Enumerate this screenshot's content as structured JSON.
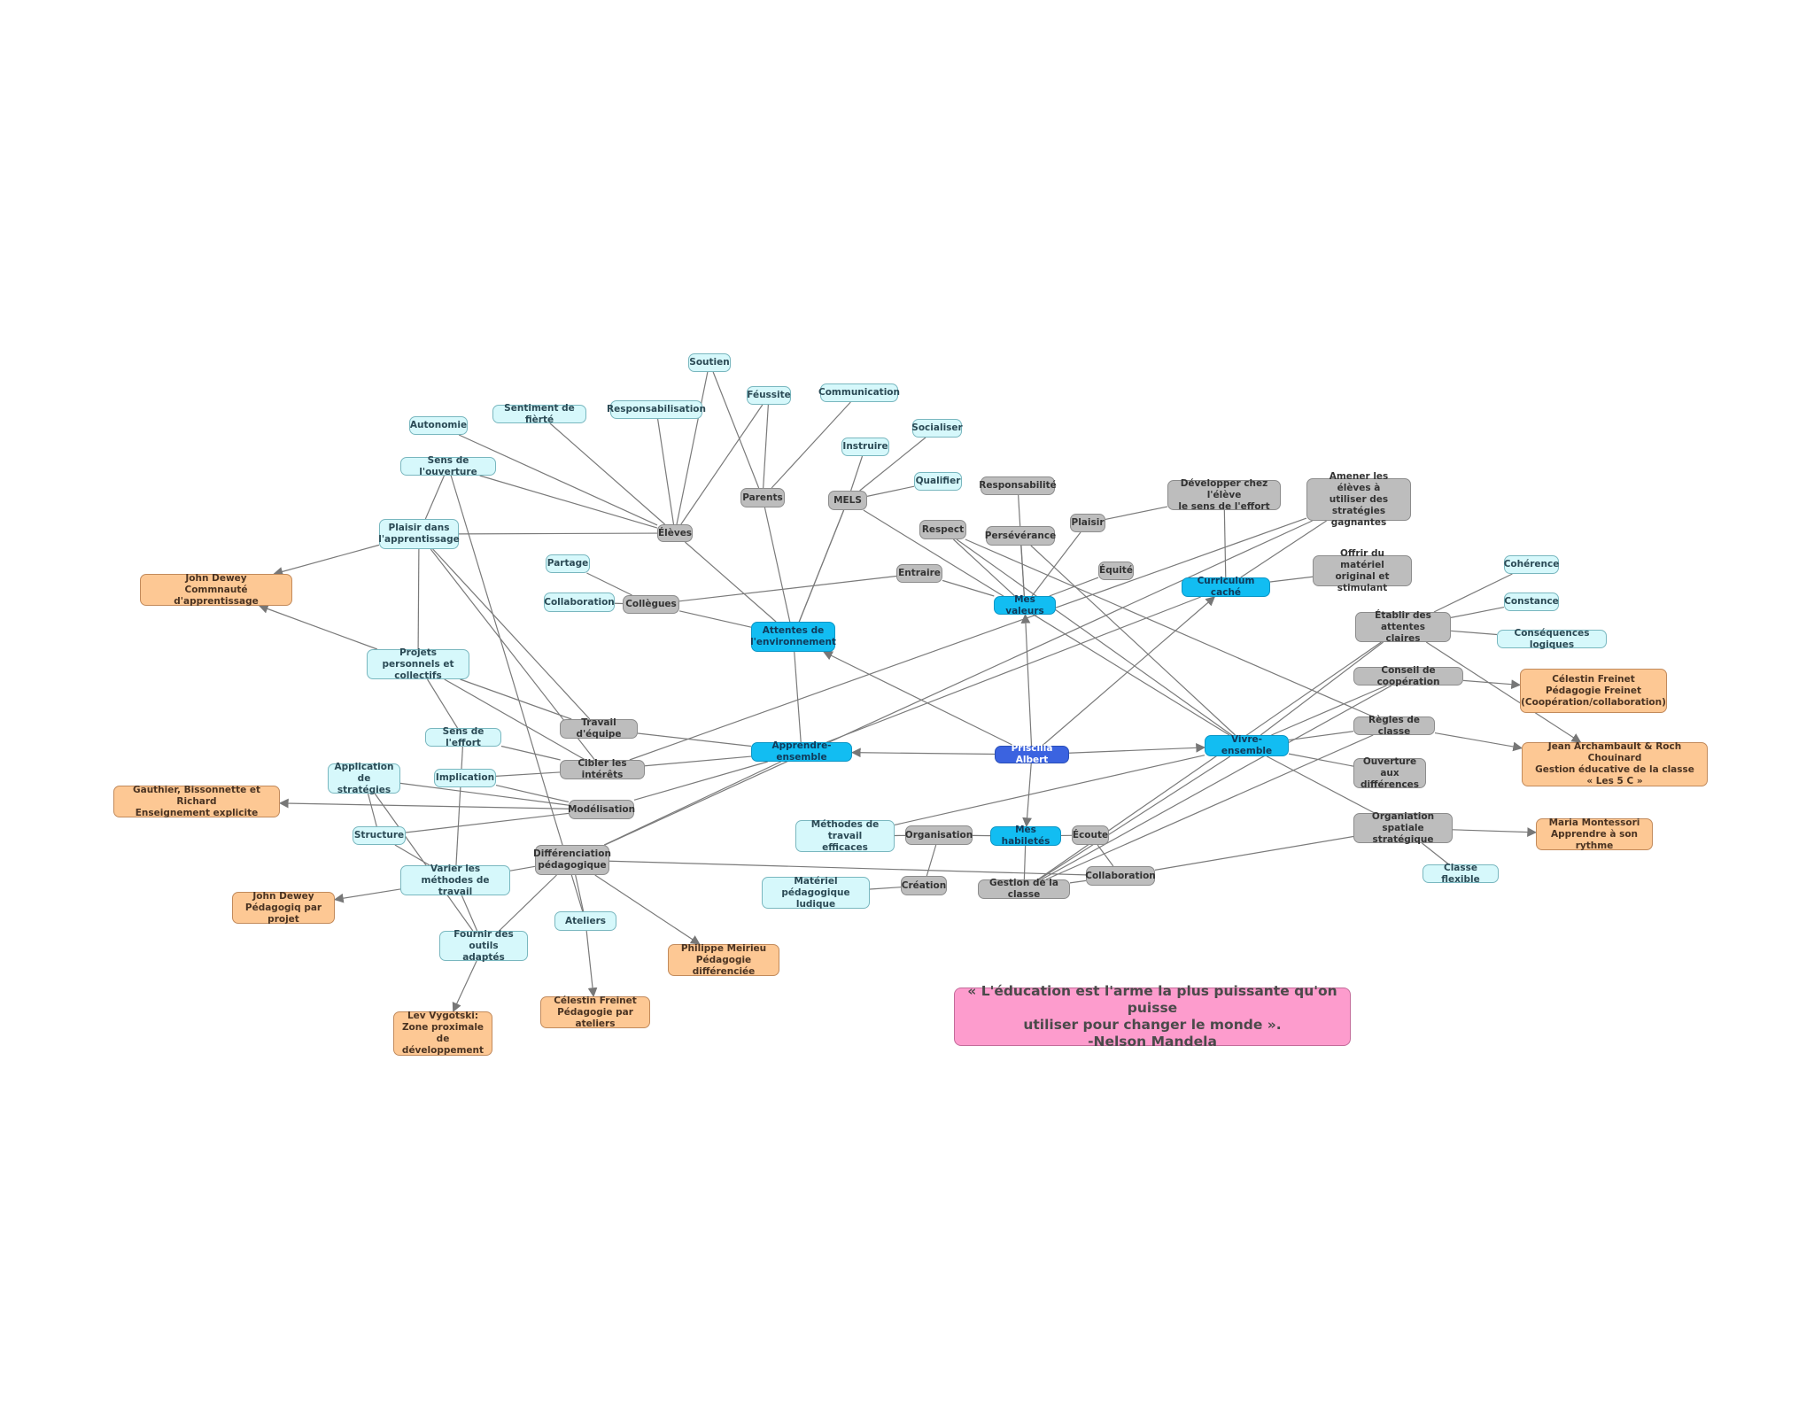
{
  "colors": {
    "line": "#7a7a7a",
    "center": "#3b63e0",
    "main": "#12bdf2",
    "gray": "#bdbdbd",
    "light": "#d6f8fb",
    "orange": "#fdc894",
    "quote": "#fd9ccd"
  },
  "nodes": {
    "priscilla": "Priscilla Albert",
    "attentes": "Attentes de\nl'environnement",
    "apprendre": "Apprendre-ensemble",
    "valeurs": "Mes valeurs",
    "habiletes": "Mes habiletés",
    "vivre": "Vivre-ensemble",
    "curriculum": "Curriculum caché",
    "eleves": "Élèves",
    "parents": "Parents",
    "mels": "MELS",
    "collegues": "Collègues",
    "entraire": "Entraire",
    "respect": "Respect",
    "responsabilite": "Responsabilité",
    "perseverance": "Persévérance",
    "plaisir": "Plaisir",
    "equite": "Équité",
    "developper": "Développer chez l'élève\nle sens de l'effort",
    "amener": "Amener les élèves à\nutiliser des stratégies\ngagnantes",
    "offrir": "Offrir du matériel\noriginal et stimulant",
    "etablir": "Établir des attentes\nclaires",
    "conseil": "Conseil de coopération",
    "regles": "Règles de classe",
    "ouverture_diff": "Ouverture aux\ndifférences",
    "organisation_spatiale": "Organiation spatiale\nstratégique",
    "collaboration_gray": "Collaboration",
    "gestion": "Gestion de la classe",
    "organisation": "Organisation",
    "creation": "Création",
    "ecoute": "Écoute",
    "travail_equipe": "Travail d'équipe",
    "cibler": "Cibler les intérêts",
    "modelisation": "Modélisation",
    "differenciation": "Différenciation\npédagogique",
    "soutien": "Soutien",
    "feussite": "Féussite",
    "communication": "Communication",
    "responsabilisation": "Responsabilisation",
    "sentiment": "Sentiment de fièrté",
    "autonomie": "Autonomie",
    "sens_ouverture": "Sens de l'ouverture",
    "plaisir_app": "Plaisir dans\nl'apprentissage",
    "partage": "Partage",
    "collaboration_light": "Collaboration",
    "instruire": "Instruire",
    "socialiser": "Socialiser",
    "qualifier": "Qualifier",
    "coherence": "Cohérence",
    "constance": "Constance",
    "consequences": "Conséquences logiques",
    "classe_flexible": "Classe flexible",
    "projets": "Projets personnels et\ncollectifs",
    "sens_effort": "Sens de l'effort",
    "implication": "Implication",
    "application": "Application de\nstratégies",
    "structure": "Structure",
    "varier": "Varier les méthodes de\ntravail",
    "fournir": "Fournir des outils\nadaptés",
    "ateliers": "Ateliers",
    "methodes": "Méthodes de travail\nefficaces",
    "materiel": "Matériel pédagogique\nludique",
    "dewey1": "John Dewey\nCommnauté d'apprentissage",
    "gauthier": "Gauthier, Bissonnette et Richard\nEnseignement explicite",
    "dewey2": "John Dewey\nPédagogiq par projet",
    "vygotski": "Lev Vygotski:\nZone proximale de\ndéveloppement",
    "freinet_ateliers": "Célestin Freinet\nPédagogie par ateliers",
    "meirieu": "Philippe Meirieu\nPédagogie différenciée",
    "freinet_coop": "Célestin Freinet\nPédagogie Freinet\n(Coopération/collaboration)",
    "archambault": "Jean Archambault & Roch Chouinard\nGestion éducative de la classe\n« Les 5 C »",
    "montessori": "Maria Montessori\nApprendre à son rythme",
    "quote": "« L'éducation est l'arme la plus puissante qu'on puisse\nutiliser pour changer le monde ».\n-Nelson Mandela"
  }
}
